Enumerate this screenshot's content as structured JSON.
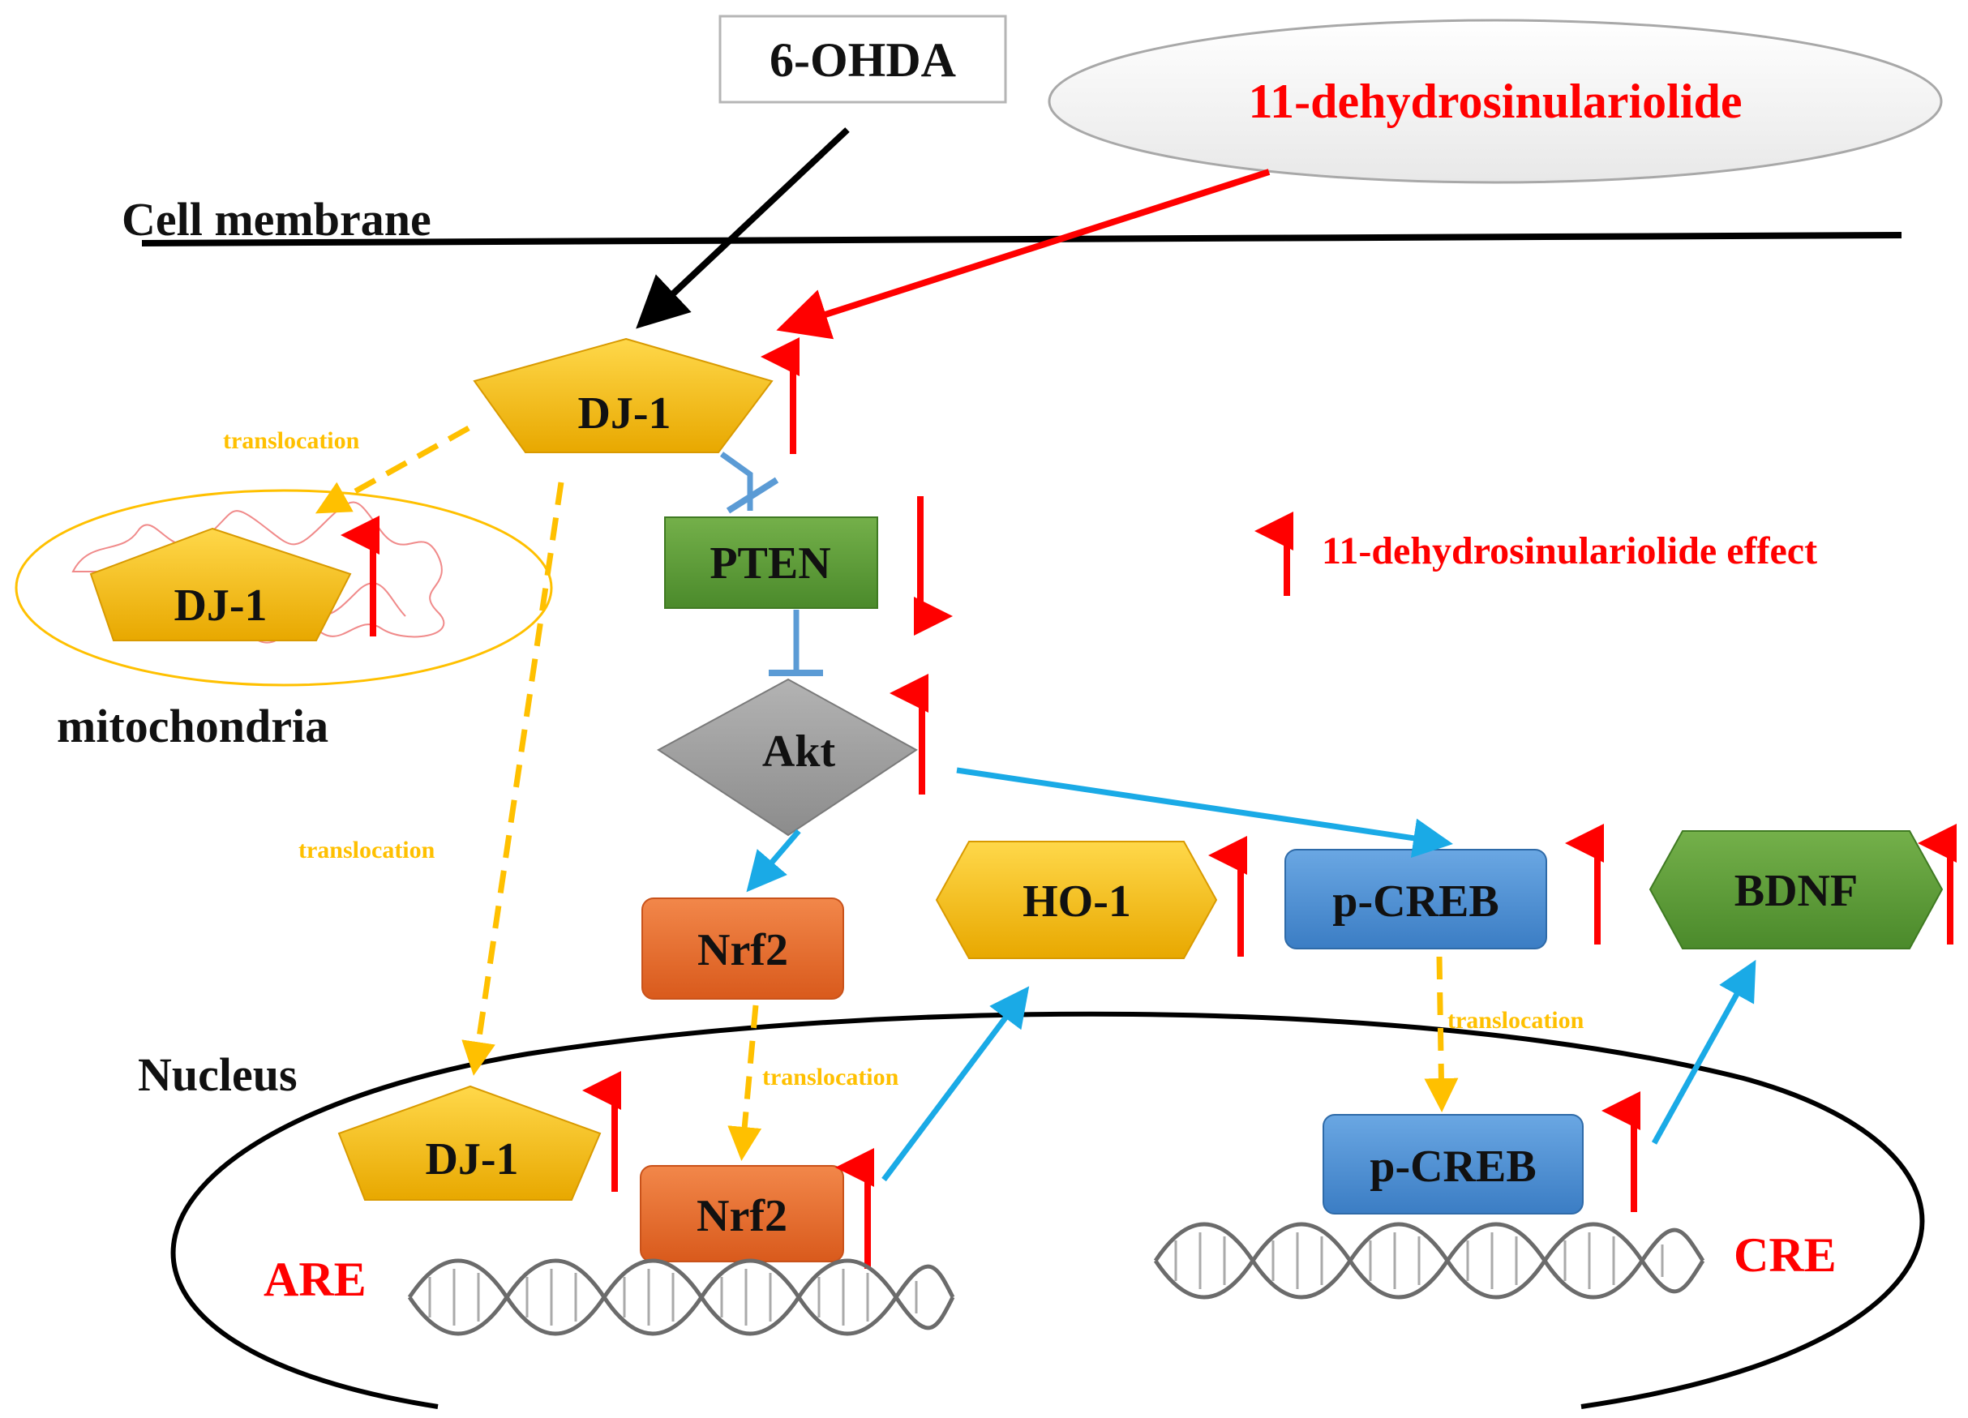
{
  "inputs": {
    "toxin": "6-OHDA",
    "compound": "11-dehydrosinulariolide"
  },
  "compartments": {
    "membrane": "Cell membrane",
    "mitochondria": "mitochondria",
    "nucleus": "Nucleus"
  },
  "nodes": {
    "dj1_cyto": "DJ-1",
    "dj1_mito": "DJ-1",
    "dj1_nuc": "DJ-1",
    "pten": "PTEN",
    "akt": "Akt",
    "nrf2_cyto": "Nrf2",
    "nrf2_nuc": "Nrf2",
    "ho1": "HO-1",
    "pcreb_cyto": "p-CREB",
    "pcreb_nuc": "p-CREB",
    "bdnf": "BDNF"
  },
  "edge_labels": {
    "translocation_mito": "translocation",
    "translocation_nuc": "translocation",
    "translocation_nrf2": "translocation",
    "translocation_creb": "translocation"
  },
  "elements": {
    "are": "ARE",
    "cre": "CRE"
  },
  "legend": {
    "effect": "11-dehydrosinulariolide  effect"
  },
  "colors": {
    "red": "#ff0000",
    "yellow": "#ffc000",
    "blue": "#1aaae6",
    "inhibit": "#5b9bd5",
    "pten_green": "#5a9a35",
    "orange": "#e96d2a",
    "creb_blue": "#4a8ed4",
    "akt_gray": "#999999"
  }
}
